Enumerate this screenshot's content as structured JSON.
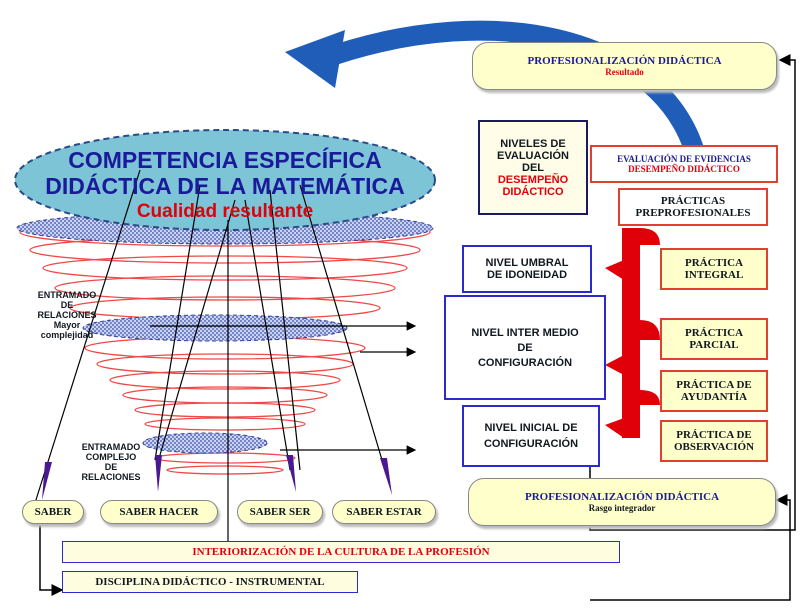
{
  "top_right": {
    "title": "PROFESIONALIZACIÓN DIDÁCTICA",
    "subtitle": "Resultado"
  },
  "oval": {
    "line1": "COMPETENCIA ESPECÍFICA",
    "line2": "DIDÁCTICA DE LA MATEMÁTICA",
    "line3": "Cualidad resultante"
  },
  "niveles_box": {
    "l1": "NIVELES DE",
    "l2": "EVALUACIÓN",
    "l3": "DEL",
    "l4": "DESEMPEÑO",
    "l5": "DIDÁCTICO"
  },
  "evaluacion_box": {
    "l1": "EVALUACIÓN DE EVIDENCIAS",
    "l2": "DESEMPEÑO DIDÁCTICO"
  },
  "practicas_box": {
    "l1": "PRÁCTICAS",
    "l2": "PREPROFESIONALES"
  },
  "niveles": {
    "umbral": {
      "l1": "NIVEL UMBRAL",
      "l2": "DE IDONEIDAD"
    },
    "intermedio": {
      "l1": "NIVEL INTER MEDIO",
      "l2": "DE",
      "l3": "CONFIGURACIÓN"
    },
    "inicial": {
      "l1": "NIVEL  INICIAL DE",
      "l2": "CONFIGURACIÓN"
    }
  },
  "practicas": {
    "integral": {
      "l1": "PRÁCTICA",
      "l2": "INTEGRAL"
    },
    "parcial": {
      "l1": "PRÁCTICA",
      "l2": "PARCIAL"
    },
    "ayudantia": {
      "l1": "PRÁCTICA DE",
      "l2": "AYUDANTÍA"
    },
    "observacion": {
      "l1": "PRÁCTICA DE",
      "l2": "OBSERVACIÓN"
    }
  },
  "entramado_1": {
    "l1": "ENTRAMADO",
    "l2": "DE",
    "l3": "RELACIONES",
    "l4": "Mayor",
    "l5": "complejidad"
  },
  "entramado_2": {
    "l1": "ENTRAMADO",
    "l2": "COMPLEJO",
    "l3": "DE",
    "l4": "RELACIONES"
  },
  "saberes": [
    "SABER",
    "SABER HACER",
    "SABER SER",
    "SABER ESTAR"
  ],
  "bottom_right": {
    "title": "PROFESIONALIZACIÓN DIDÁCTICA",
    "subtitle": "Rasgo integrador"
  },
  "interiorizacion": "INTERIORIZACIÓN  DE LA CULTURA DE LA PROFESIÓN",
  "disciplina": "DISCIPLINA  DIDÁCTICO - INSTRUMENTAL",
  "colors": {
    "red": "#e0000a",
    "blue": "#1a1a9a",
    "oval_fill": "#7cc4d6",
    "pill_fill": "#ffffcc"
  }
}
